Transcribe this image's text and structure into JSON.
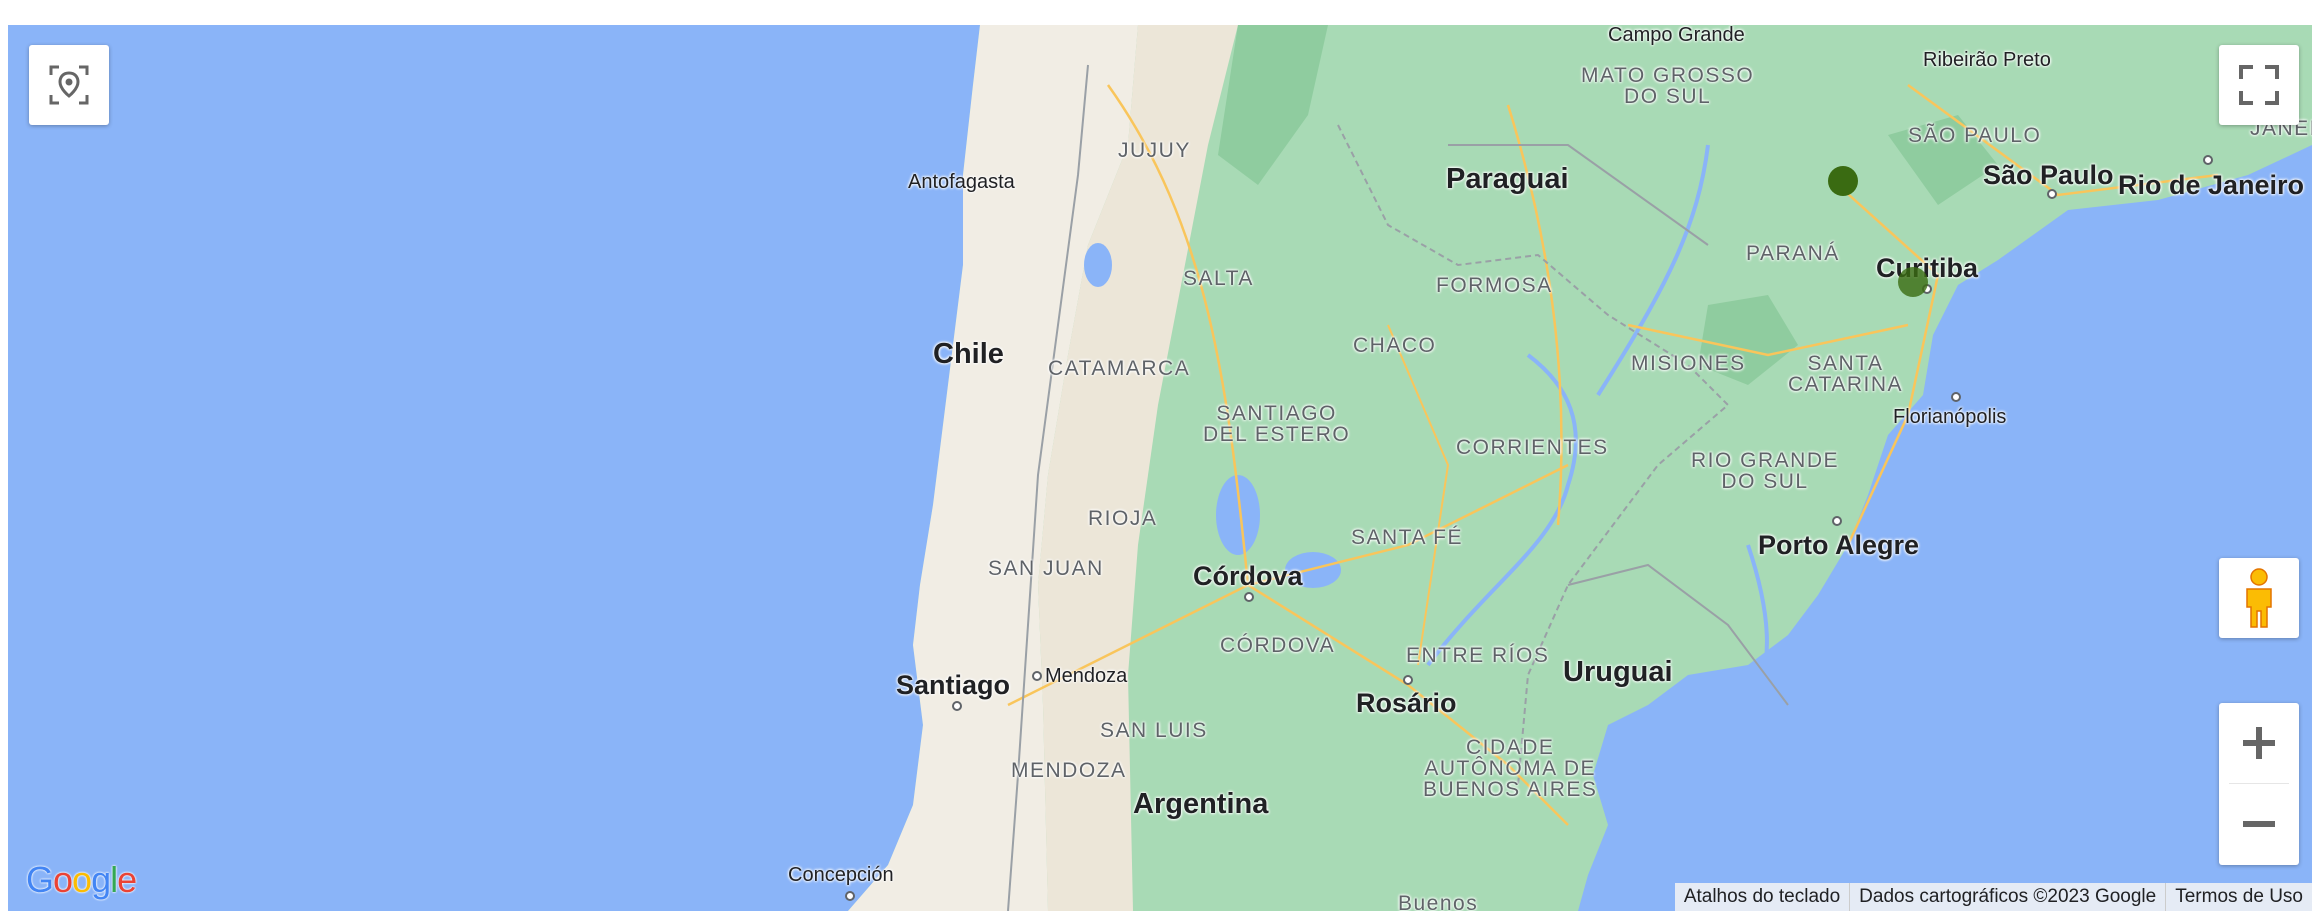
{
  "map": {
    "countries": [
      "Paraguai",
      "Chile",
      "Uruguai",
      "Argentina"
    ],
    "states": [
      "MATO GROSSO\nDO SUL",
      "SÃO PAULO",
      "PARANÁ",
      "JUJUY",
      "SALTA",
      "FORMOSA",
      "CHACO",
      "CATAMARCA",
      "MISIONES",
      "SANTA\nCATARINA",
      "SANTIAGO\nDEL ESTERO",
      "CORRIENTES",
      "RIO GRANDE\nDO SUL",
      "RIOJA",
      "SANTA FÉ",
      "SAN JUAN",
      "CÓRDOVA",
      "ENTRE RÍOS",
      "SAN LUIS",
      "MENDOZA",
      "CIDADE\nAUTÔNOMA DE\nBUENOS AIRES"
    ],
    "cities": [
      "Campo Grande",
      "Ribeirão Preto",
      "Antofagasta",
      "São Paulo",
      "Rio de Janeiro",
      "Curitiba",
      "Florianópolis",
      "Porto Alegre",
      "Córdova",
      "Santiago",
      "Mendoza",
      "Rosário",
      "Concepción",
      "Buenos"
    ],
    "partial_label": "JANEIR"
  },
  "controls": {
    "locate_icon": "location-crosshair-icon",
    "fullscreen_icon": "fullscreen-icon",
    "pegman_icon": "pegman-icon",
    "zoom_in_label": "+",
    "zoom_out_label": "−"
  },
  "attribution": {
    "shortcuts": "Atalhos do teclado",
    "map_data": "Dados cartográficos ©2023 Google",
    "terms": "Termos de Uso"
  },
  "logo": "Google",
  "colors": {
    "water": "#8ab4f8",
    "land_green": "#a8dab5",
    "land_desert": "#f1ede4",
    "marker": "#3a6b12"
  }
}
